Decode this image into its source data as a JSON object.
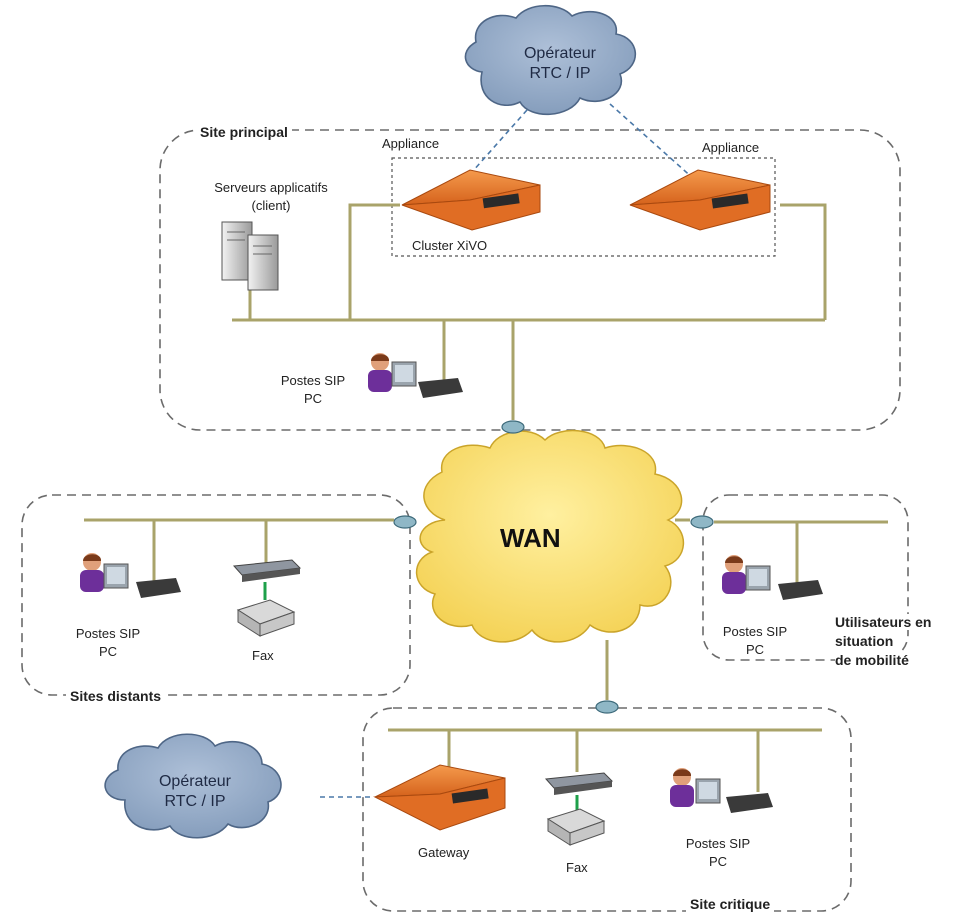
{
  "clouds": {
    "operator_top": {
      "line1": "Opérateur",
      "line2": "RTC / IP"
    },
    "operator_bottom": {
      "line1": "Opérateur",
      "line2": "RTC / IP"
    },
    "wan": "WAN"
  },
  "site_principal": {
    "title": "Site principal",
    "appliance_left": "Appliance",
    "appliance_right": "Appliance",
    "servers_line1": "Serveurs applicatifs",
    "servers_line2": "(client)",
    "cluster": "Cluster XiVO",
    "sip_line1": "Postes SIP",
    "sip_line2": "PC"
  },
  "sites_distants": {
    "title": "Sites distants",
    "sip_line1": "Postes SIP",
    "sip_line2": "PC",
    "fax": "Fax"
  },
  "mobilite": {
    "title_line1": "Utilisateurs en",
    "title_line2": "situation",
    "title_line3": "de mobilité",
    "sip_line1": "Postes SIP",
    "sip_line2": "PC"
  },
  "site_critique": {
    "title": "Site critique",
    "gateway": "Gateway",
    "fax": "Fax",
    "sip_line1": "Postes SIP",
    "sip_line2": "PC"
  },
  "colors": {
    "network_line": "#a9a36a",
    "link_dashed": "#4a78a8",
    "appliance": "#e8732a",
    "cloud_blue": "#8da6c4",
    "cloud_yellow": "#f8dc6a",
    "boundary": "#666666"
  }
}
